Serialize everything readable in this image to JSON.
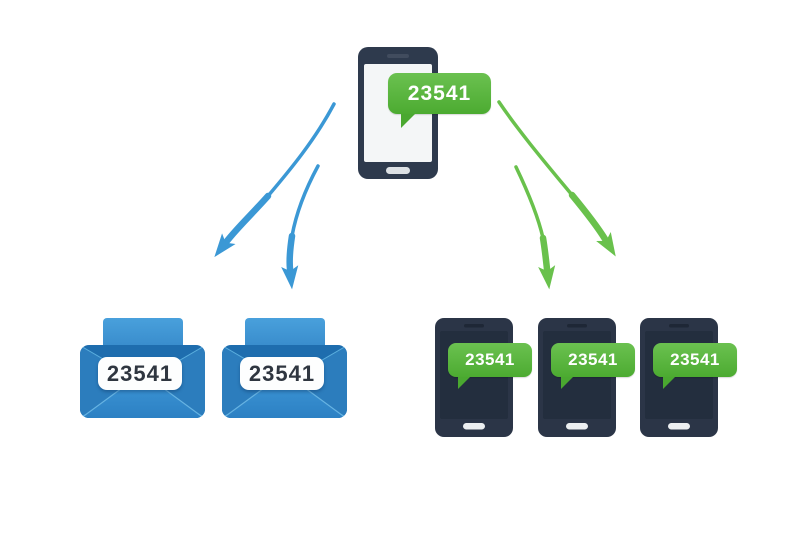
{
  "illustration": {
    "title_hint": "verification-code-broadcast",
    "code": "23541",
    "sender": {
      "icon": "smartphone-icon",
      "bubble_code": "23541"
    },
    "email_recipients": [
      {
        "icon": "envelope-icon",
        "code": "23541"
      },
      {
        "icon": "envelope-icon",
        "code": "23541"
      }
    ],
    "sms_recipients": [
      {
        "icon": "smartphone-icon",
        "code": "23541"
      },
      {
        "icon": "smartphone-icon",
        "code": "23541"
      },
      {
        "icon": "smartphone-icon",
        "code": "23541"
      }
    ],
    "colors": {
      "arrow_blue": "#3b98d5",
      "arrow_green": "#69c14c",
      "bubble_green_top": "#6bc150",
      "bubble_green_bottom": "#4cab31",
      "envelope_blue": "#2b80c4",
      "phone_body_dark": "#2e3a4d",
      "phone_screen_light": "#f4f6f7",
      "phone_screen_dark": "#232e3e",
      "code_text_dark": "#2f3640"
    }
  }
}
